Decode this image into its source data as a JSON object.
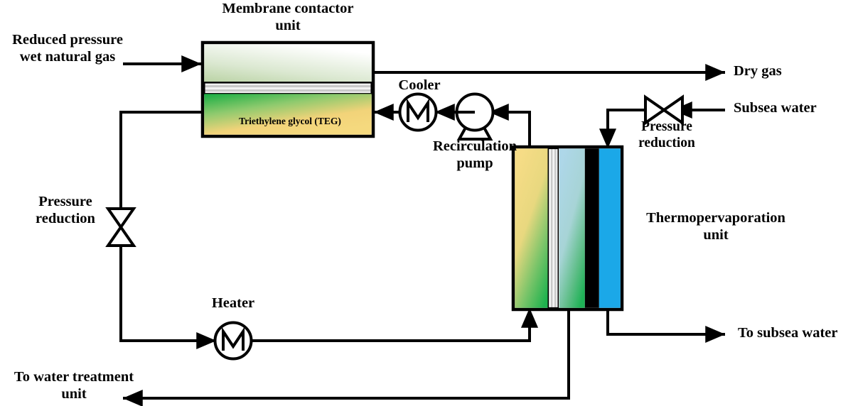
{
  "diagram": {
    "title": "Subsea natural gas dehydration process flow diagram",
    "colors": {
      "line": "#000000",
      "teg_yellow": "#f5d878",
      "teg_green": "#2eb352",
      "gas_green": "#bcd4a6",
      "gas_white": "#ffffff",
      "membrane_stripe": "#d8d8d8",
      "tpv_lightblue": "#aed6e8",
      "tpv_blue": "#1ba8e8",
      "tpv_black": "#000000"
    },
    "units": {
      "membrane_contactor": {
        "label": "Membrane contactor\nunit",
        "inner_label": "Triethylene glycol (TEG)"
      },
      "thermopervaporation": {
        "label": "Thermopervaporation\nunit"
      },
      "cooler": {
        "label": "Cooler",
        "symbol": "M"
      },
      "heater": {
        "label": "Heater",
        "symbol": "M"
      },
      "recirculation_pump": {
        "label": "Recirculation\npump"
      },
      "pressure_reduction_left": {
        "label": "Pressure\nreduction"
      },
      "pressure_reduction_right": {
        "label": "Pressure\nreduction"
      }
    },
    "streams": {
      "feed_gas": "Reduced pressure\nwet natural gas",
      "dry_gas": "Dry gas",
      "subsea_water_in": "Subsea water",
      "to_subsea_water": "To subsea water",
      "to_water_treatment": "To water treatment\nunit"
    }
  }
}
